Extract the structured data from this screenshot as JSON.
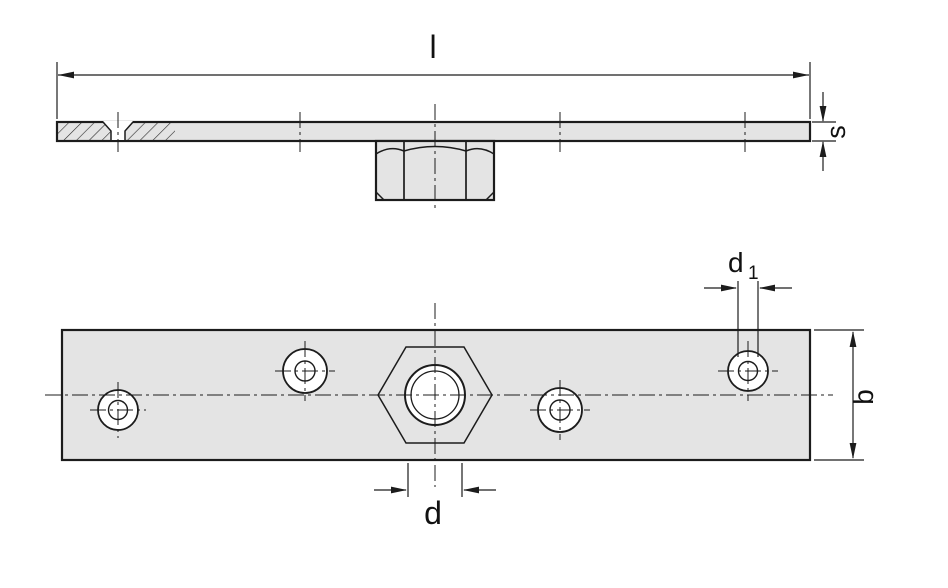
{
  "labels": {
    "length": "l",
    "thickness": "s",
    "width": "b",
    "thread_diameter": "d",
    "hole_diameter_base": "d",
    "hole_diameter_sub": "1"
  },
  "colors": {
    "background": "#ffffff",
    "line": "#1c1c1c",
    "plate_fill": "#e4e4e4",
    "hole_fill": "#ffffff"
  }
}
